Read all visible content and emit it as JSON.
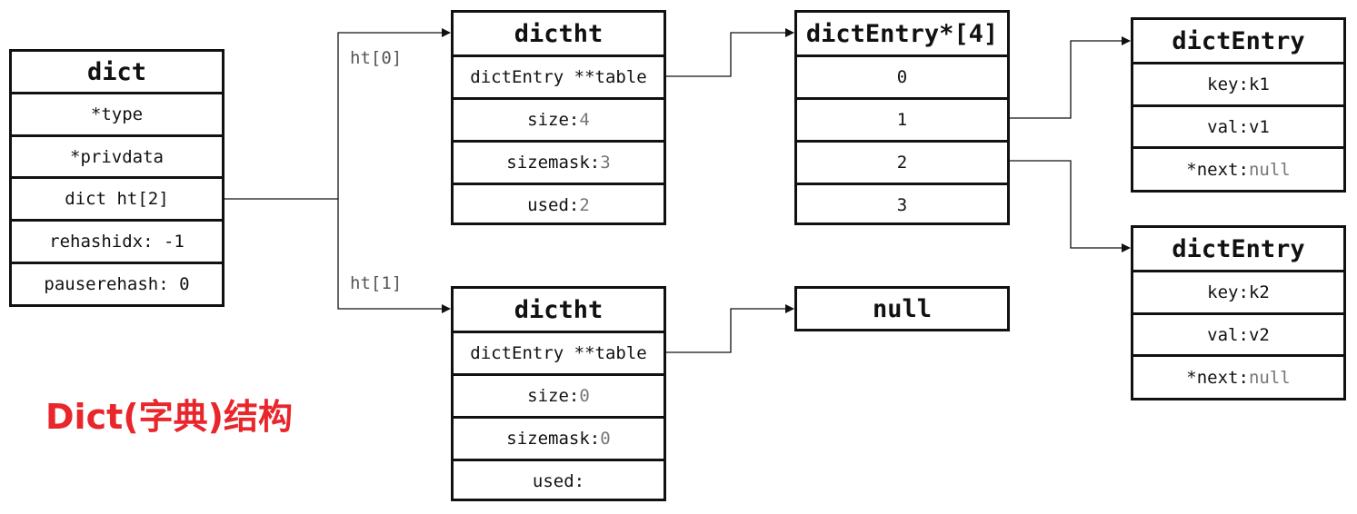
{
  "dict": {
    "header": "dict",
    "rows": [
      "*type",
      "*privdata",
      "dict ht[2]",
      "rehashidx: -1",
      "pauserehash: 0"
    ]
  },
  "labels": {
    "ht0": "ht[0]",
    "ht1": "ht[1]"
  },
  "dictht0": {
    "header": "dictht",
    "table": "dictEntry **table",
    "size_key": "size:",
    "size_val": "4",
    "sizemask_key": "sizemask:",
    "sizemask_val": "3",
    "used_key": "used:",
    "used_val": "2"
  },
  "dictht1": {
    "header": "dictht",
    "table": "dictEntry **table",
    "size_key": "size:",
    "size_val": "0",
    "sizemask_key": "sizemask:",
    "sizemask_val": "0",
    "used_key": "used:",
    "used_val": ""
  },
  "array": {
    "header": "dictEntry*[4]",
    "slots": [
      "0",
      "1",
      "2",
      "3"
    ]
  },
  "null_box": {
    "header": "null"
  },
  "entry1": {
    "header": "dictEntry",
    "key_key": "key:",
    "key_val": "k1",
    "val_key": "val:",
    "val_val": "v1",
    "next_key": "*next:",
    "next_val": "null"
  },
  "entry2": {
    "header": "dictEntry",
    "key_key": "key:",
    "key_val": "k2",
    "val_key": "val:",
    "val_val": "v2",
    "next_key": "*next:",
    "next_val": "null"
  },
  "title": "Dict(字典)结构",
  "colors": {
    "title": "#e8262b",
    "stroke": "#111111",
    "value": "#777777"
  }
}
